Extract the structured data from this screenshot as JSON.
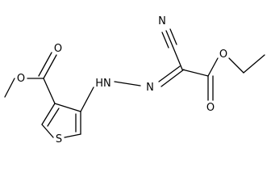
{
  "molecule": {
    "atoms": {
      "N_nitrile": "N",
      "O_ester_carbonyl": "O",
      "O_ester_link": "O",
      "O_methoxy": "O",
      "O_methyl_carbonyl": "O",
      "NH": "HN",
      "N_azo": "N",
      "S_ring": "S"
    }
  }
}
